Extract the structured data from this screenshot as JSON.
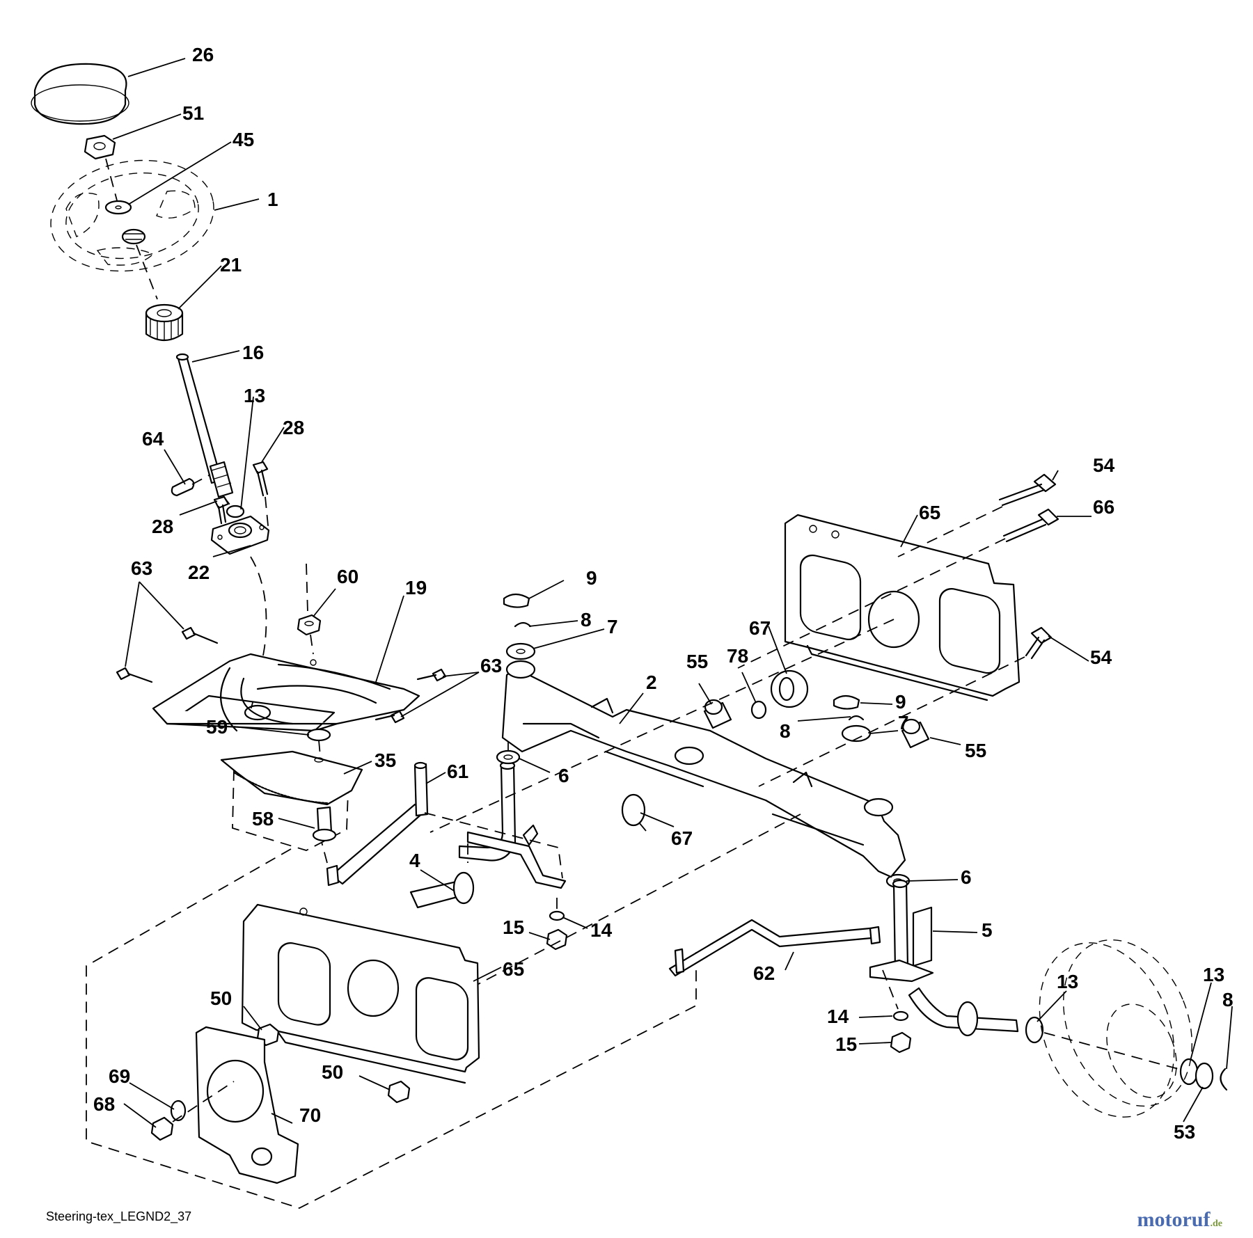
{
  "caption": "Steering-tex_LEGND2_37",
  "watermark": {
    "main": "motoruf",
    "suffix": ".de"
  },
  "callouts": {
    "c1": "1",
    "c2": "2",
    "c4": "4",
    "c5": "5",
    "c6a": "6",
    "c6b": "6",
    "c7a": "7",
    "c7b": "7",
    "c8a": "8",
    "c8b": "8",
    "c8c": "8",
    "c9a": "9",
    "c9b": "9",
    "c13a": "13",
    "c13b": "13",
    "c13c": "13",
    "c14a": "14",
    "c14b": "14",
    "c15a": "15",
    "c15b": "15",
    "c16": "16",
    "c19": "19",
    "c21": "21",
    "c22": "22",
    "c26": "26",
    "c28a": "28",
    "c28b": "28",
    "c35": "35",
    "c45": "45",
    "c50a": "50",
    "c50b": "50",
    "c51": "51",
    "c53": "53",
    "c54a": "54",
    "c54b": "54",
    "c55a": "55",
    "c55b": "55",
    "c58": "58",
    "c59": "59",
    "c60": "60",
    "c61": "61",
    "c62": "62",
    "c63a": "63",
    "c63b": "63",
    "c64": "64",
    "c65a": "65",
    "c65b": "65",
    "c66": "66",
    "c67a": "67",
    "c67b": "67",
    "c68": "68",
    "c69": "69",
    "c70": "70",
    "c78": "78"
  }
}
